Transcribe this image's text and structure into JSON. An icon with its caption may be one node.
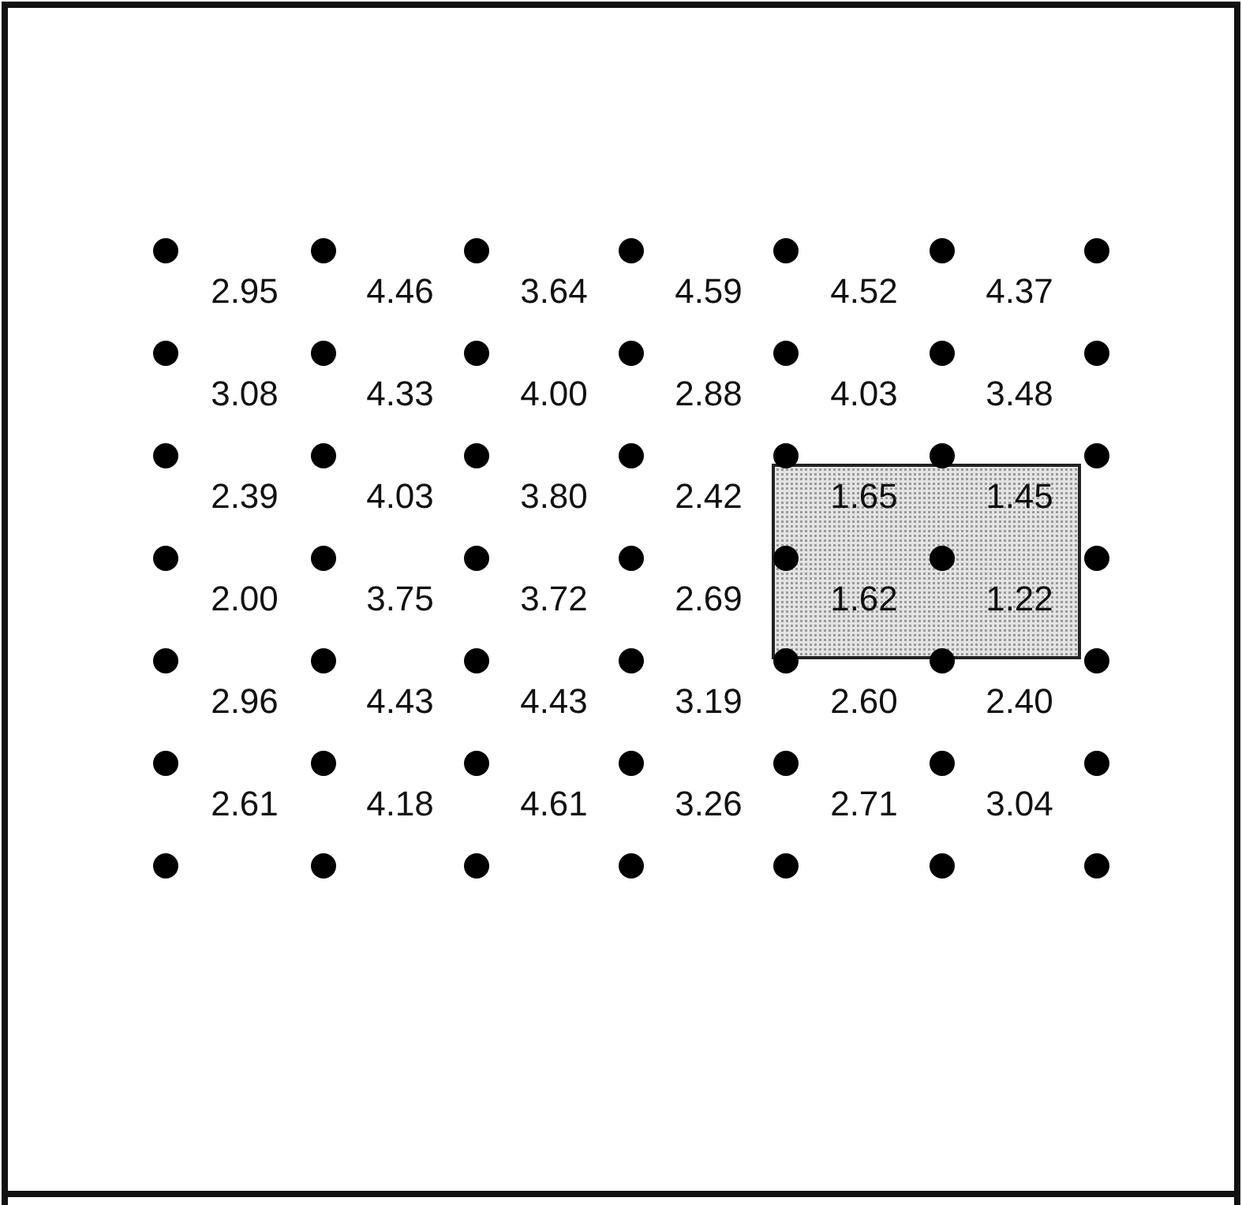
{
  "diagram": {
    "labels": [
      "2.95",
      "4.46",
      "3.64",
      "4.59",
      "4.52",
      "4.37",
      "3.08",
      "4.33",
      "4.00",
      "2.88",
      "4.03",
      "3.48",
      "2.39",
      "4.03",
      "3.80",
      "2.42",
      "1.65",
      "1.45",
      "2.00",
      "3.75",
      "3.72",
      "2.69",
      "1.62",
      "1.22",
      "2.96",
      "4.43",
      "4.43",
      "3.19",
      "2.60",
      "2.40",
      "2.61",
      "4.18",
      "4.61",
      "3.26",
      "2.71",
      "3.04"
    ]
  }
}
